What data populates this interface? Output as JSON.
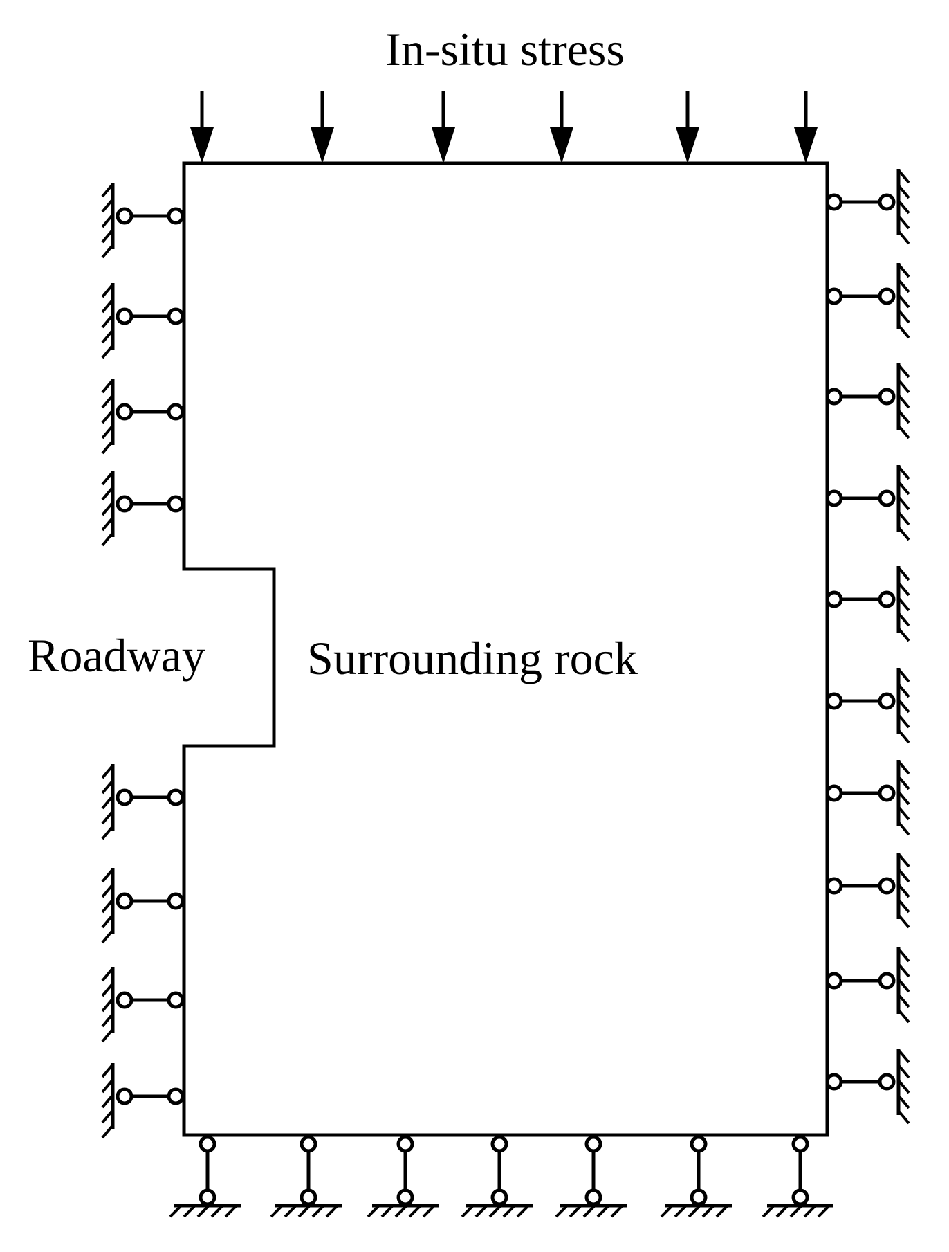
{
  "labels": {
    "top": "In-situ stress",
    "roadway": "Roadway",
    "rock": "Surrounding rock"
  },
  "supports": {
    "left_count": 8,
    "right_count": 10,
    "bottom_count": 7
  },
  "load_arrows": {
    "count": 6
  },
  "colors": {
    "line": "#000000",
    "background": "#ffffff"
  },
  "icons": [
    "roller-support-icon",
    "fixed-hinge-ground-icon",
    "arrow-down-icon"
  ]
}
